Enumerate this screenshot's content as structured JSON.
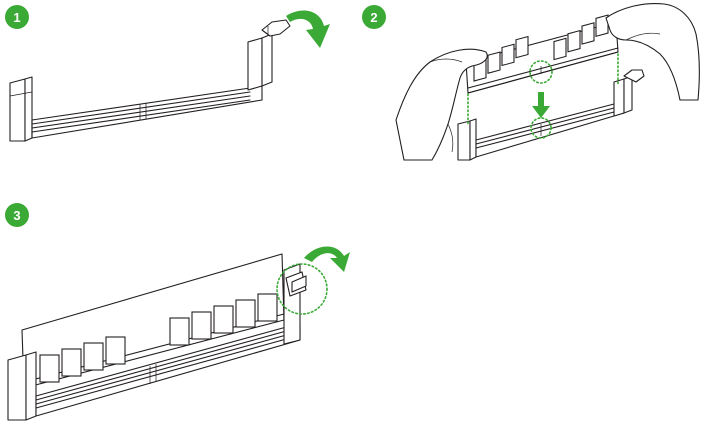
{
  "steps": [
    {
      "number": "1"
    },
    {
      "number": "2"
    },
    {
      "number": "3"
    }
  ],
  "colors": {
    "badge": "#3aa935",
    "arrow": "#3aa935",
    "guide_dots": "#3aa935",
    "line": "#231f20"
  },
  "icons": [
    "rotate-arrow-icon",
    "down-arrow-icon",
    "dotted-highlight-circle"
  ]
}
